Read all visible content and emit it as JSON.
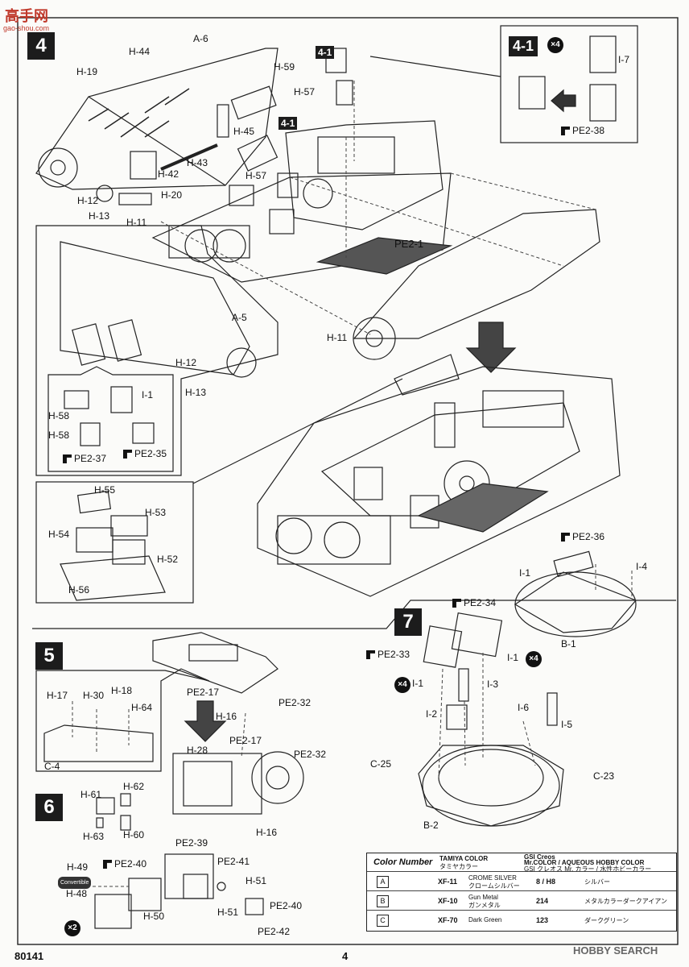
{
  "watermark": {
    "top_left": "高手网",
    "top_left_sub": "gao-shou.com",
    "bottom_right": "HOBBY SEARCH"
  },
  "page_footer": {
    "kit_number": "80141",
    "page_number": "4"
  },
  "steps": {
    "s4": {
      "number": "4",
      "sub": "4-1",
      "multiplier": "×4"
    },
    "s5": {
      "number": "5"
    },
    "s6": {
      "number": "6",
      "multiplier": "×2"
    },
    "s7": {
      "number": "7",
      "multiplier_a": "×4",
      "multiplier_b": "×4"
    }
  },
  "labels": {
    "a6": "A-6",
    "h44": "H-44",
    "h19": "H-19",
    "h59": "H-59",
    "h57a": "H-57",
    "h45": "H-45",
    "h43": "H-43",
    "h42": "H-42",
    "h57b": "H-57",
    "h20": "H-20",
    "h12": "H-12",
    "h13": "H-13",
    "h11": "H-11",
    "pe2_1": "PE2-1",
    "i7": "I-7",
    "pe2_38": "PE2-38",
    "a5": "A-5",
    "h11b": "H-11",
    "h12b": "H-12",
    "h13b": "H-13",
    "h58a": "H-58",
    "i1": "I-1",
    "h58b": "H-58",
    "pe2_37": "PE2-37",
    "pe2_35": "PE2-35",
    "h55": "H-55",
    "h53": "H-53",
    "h54": "H-54",
    "h52": "H-52",
    "h56": "H-56",
    "pe2_36": "PE2-36",
    "i1b": "I-1",
    "i4": "I-4",
    "b1": "B-1",
    "pe2_34": "PE2-34",
    "pe2_33": "PE2-33",
    "i1c": "I-1",
    "i1d": "I-1",
    "i3": "I-3",
    "i6": "I-6",
    "i2": "I-2",
    "i5": "I-5",
    "c25": "C-25",
    "c23": "C-23",
    "b2": "B-2",
    "h17": "H-17",
    "h30": "H-30",
    "h18": "H-18",
    "h64": "H-64",
    "c4": "C-4",
    "pe2_17": "PE2-17",
    "pe2_32": "PE2-32",
    "h16": "H-16",
    "h28": "H-28",
    "pe2_17b": "PE2-17",
    "pe2_32b": "PE2-32",
    "h16b": "H-16",
    "h61": "H-61",
    "h62": "H-62",
    "h63": "H-63",
    "h60": "H-60",
    "h49": "H-49",
    "h48": "H-48",
    "pe2_40": "PE2-40",
    "pe2_39": "PE2-39",
    "pe2_41": "PE2-41",
    "h51": "H-51",
    "h50": "H-50",
    "h51b": "H-51",
    "pe2_40b": "PE2-40",
    "pe2_42": "PE2-42",
    "convertible": "Convertible"
  },
  "color_table": {
    "title": "Color Number",
    "col_tamiya": "TAMIYA COLOR",
    "col_tamiya_jp": "タミヤカラー",
    "col_gsi": "GSI Creos",
    "col_gsi2": "Mr.COLOR / AQUEOUS HOBBY COLOR",
    "col_gsi_jp": "GSI クレオス Mr. カラー / 水性ホビーカラー",
    "rows": [
      {
        "letter": "A",
        "code": "XF-11",
        "name": "CROME SILVER",
        "name_jp": "クロームシルバー",
        "gsi": "8 / H8",
        "jp": "シルバー"
      },
      {
        "letter": "B",
        "code": "XF-10",
        "name": "Gun Metal",
        "name_jp": "ガンメタル",
        "gsi": "214",
        "jp": "メタルカラーダークアイアン"
      },
      {
        "letter": "C",
        "code": "XF-70",
        "name": "Dark Green",
        "name_jp": "",
        "gsi": "123",
        "jp": "ダークグリーン"
      }
    ]
  }
}
